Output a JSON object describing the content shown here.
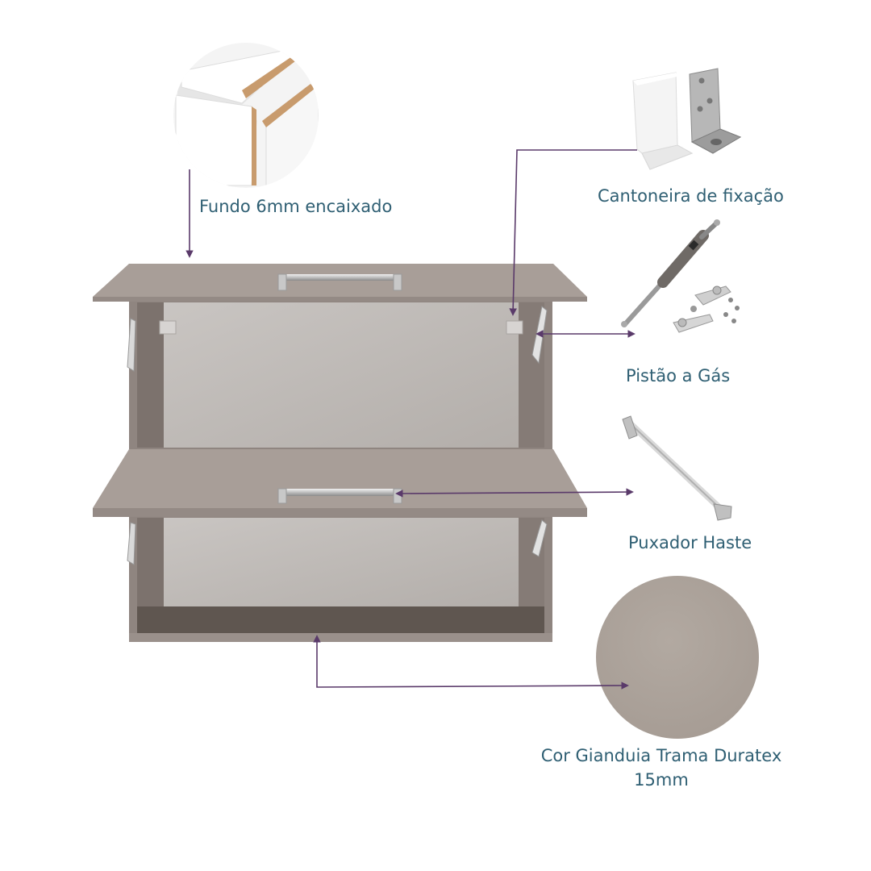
{
  "labels": {
    "back_panel": "Fundo 6mm encaixado",
    "bracket": "Cantoneira de fixação",
    "gas_piston": "Pistão a Gás",
    "handle": "Puxador Haste",
    "color_line1": "Cor Gianduia Trama Duratex",
    "color_line2": "15mm"
  },
  "colors": {
    "label_text": "#2f5f73",
    "leader_line": "#5a3a6a",
    "cabinet_body": "#8f8580",
    "cabinet_door": "#a89e98",
    "cabinet_interior": "#b8b3af",
    "swatch": "#aba199"
  },
  "icons": {
    "back_panel_detail": "joinery-detail-icon",
    "bracket": "l-bracket-icon",
    "gas_piston": "gas-piston-icon",
    "handle": "bar-handle-icon",
    "color": "color-swatch"
  }
}
